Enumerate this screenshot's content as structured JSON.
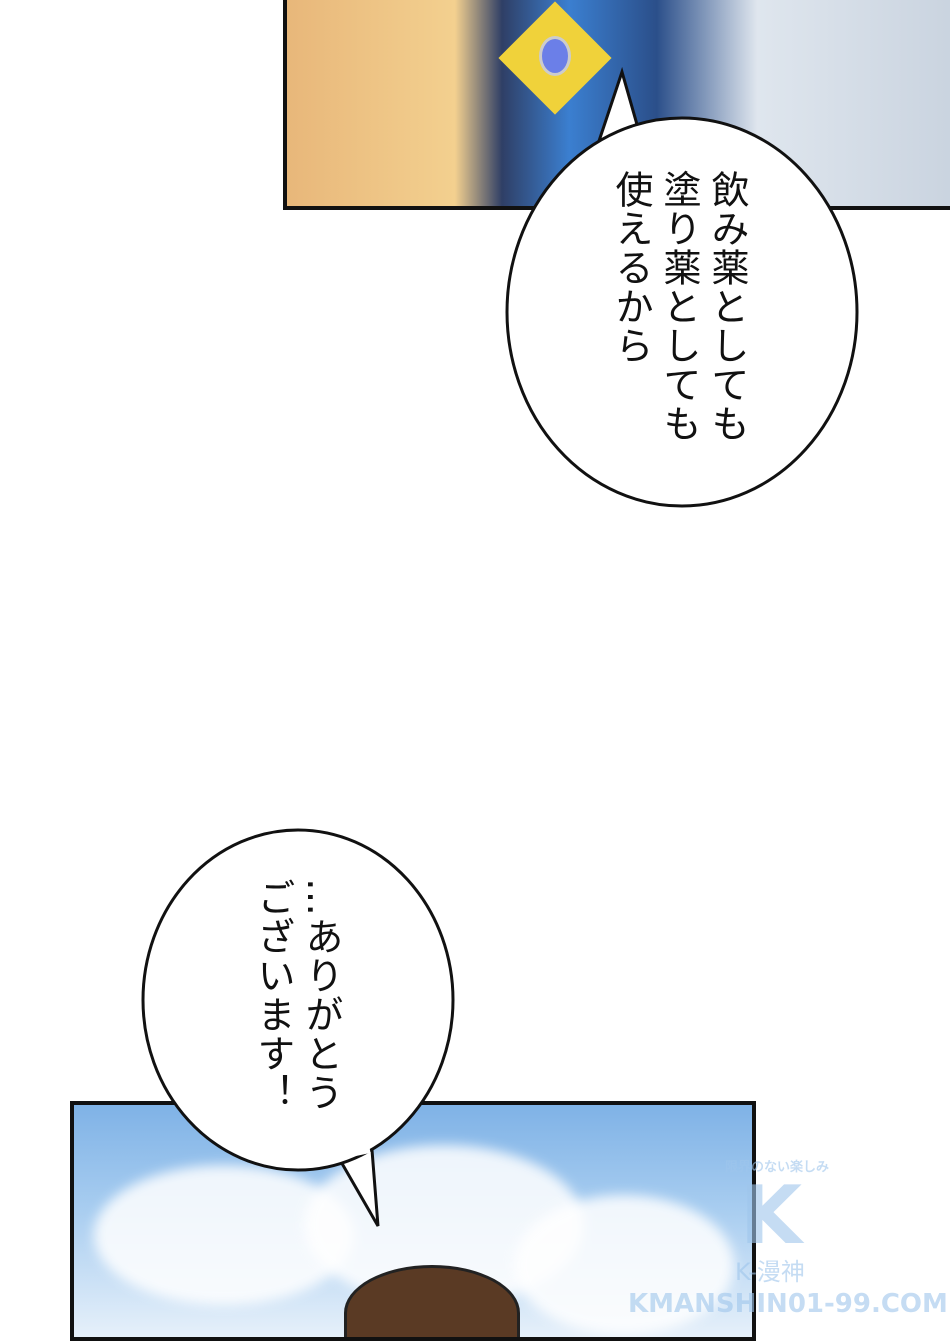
{
  "bubbles": [
    {
      "lines": [
        "飲み薬としても",
        "塗り薬としても",
        "使えるから"
      ]
    },
    {
      "lines": [
        "…ありがとう",
        "ございます！"
      ]
    }
  ],
  "watermark": {
    "tagline": "限界のない楽しみ",
    "logo_letter": "K",
    "brand": "K-漫神",
    "url": "KMANSHIN01-99.COM"
  },
  "colors": {
    "sky": "#7fb2e6",
    "ink": "#111111",
    "dress_blue": "#3b7fd0",
    "hair_blonde": "#f3d08f"
  }
}
